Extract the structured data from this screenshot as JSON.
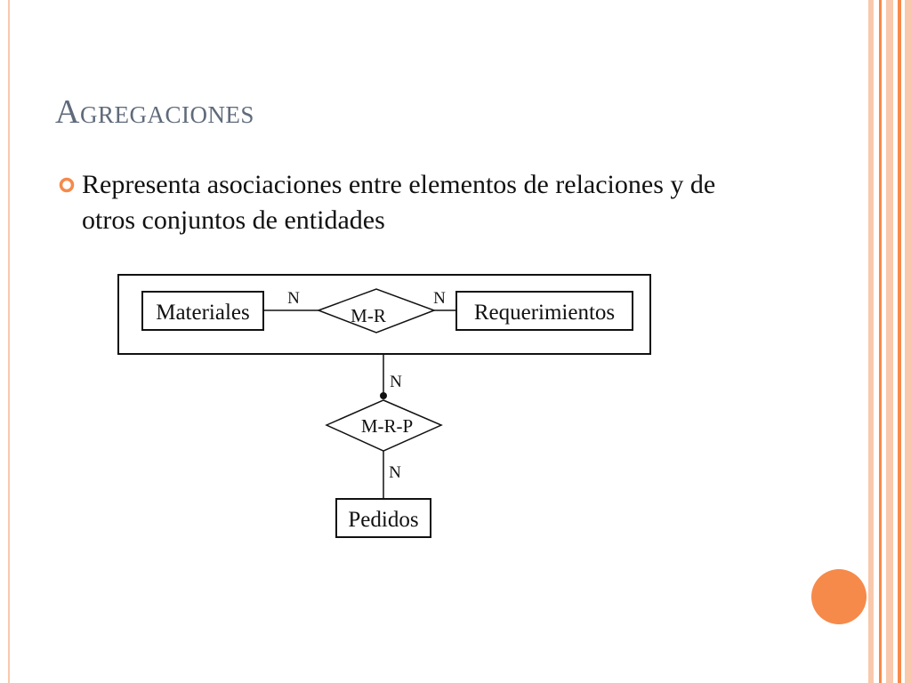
{
  "slide": {
    "title": "Agregaciones",
    "bullet": "Representa asociaciones entre elementos de relaciones y de otros conjuntos de entidades"
  },
  "diagram": {
    "entities": {
      "materiales": "Materiales",
      "requerimientos": "Requerimientos",
      "pedidos": "Pedidos"
    },
    "relationships": {
      "mr": "M-R",
      "mrp": "M-R-P"
    },
    "cardinalities": {
      "materiales_mr": "N",
      "mr_requerimientos": "N",
      "aggregation_mrp": "N",
      "mrp_pedidos": "N"
    }
  },
  "colors": {
    "title": "#5f6a7a",
    "accent": "#f58a4b",
    "pale": "#f8c9ac",
    "line": "#111111"
  }
}
